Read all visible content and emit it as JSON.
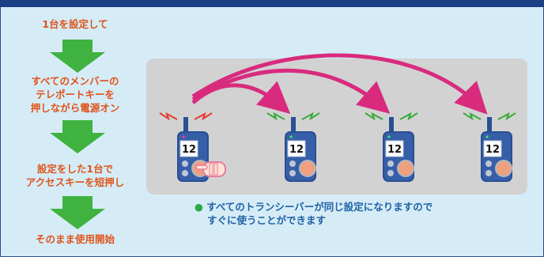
{
  "steps": [
    {
      "lines": [
        "1台を設定して"
      ]
    },
    {
      "lines": [
        "すべてのメンバーの",
        "テレポートキーを",
        "押しながら電源オン"
      ]
    },
    {
      "lines": [
        "設定をした1台で",
        "アクセスキーを短押し"
      ]
    },
    {
      "lines": [
        "そのまま使用開始"
      ]
    }
  ],
  "radios": [
    {
      "channel": "12",
      "role": "sender"
    },
    {
      "channel": "12",
      "role": "receiver"
    },
    {
      "channel": "12",
      "role": "receiver"
    },
    {
      "channel": "12",
      "role": "receiver"
    }
  ],
  "note": {
    "line1": "すべてのトランシーバーが同じ設定になりますので",
    "line2": "すぐに使うことができます"
  },
  "colors": {
    "step_text": "#e0541a",
    "step_arrow": "#3fb23f",
    "note_text": "#1f61a4",
    "transfer_arrow": "#d92b7e",
    "signal_sender": "#e33a2f",
    "signal_receiver": "#3aa93a",
    "radio_body": "#2a4f93",
    "panel_bg": "#d5ecf7",
    "stage_bg": "#d2d2d2",
    "frame": "#1d3f86"
  },
  "icons": [
    "down-arrow-icon",
    "transceiver-icon",
    "signal-icon",
    "hand-pointer-icon",
    "bullet-dot-icon"
  ]
}
